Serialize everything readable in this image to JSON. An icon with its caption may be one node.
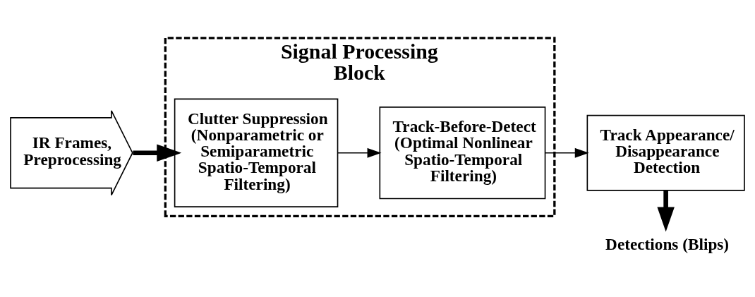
{
  "diagram": {
    "nodes": [
      {
        "text": [
          "Signal Processing Block"
        ]
      },
      {
        "text": [
          "IR Frames, Preprocessing"
        ]
      },
      {
        "text": [
          "Clutter Suppression (Nonparametric or Semiparametric Spatio-Temporal Filtering)"
        ],
        "in": 0
      },
      {
        "text": [
          "Track-Before-Detect (Optimal Nonlinear Spatio-Temporal Filtering)"
        ],
        "in": 0
      },
      {
        "text": [
          "Track Appearance/ Disappearance Detection"
        ]
      },
      {
        "text": [
          "Detections (Blips)"
        ]
      }
    ],
    "edges": [
      {
        "from": 1,
        "to": 2,
        "arrow": "to",
        "style": "thick"
      },
      {
        "from": 2,
        "to": 3,
        "arrow": "to"
      },
      {
        "from": 3,
        "to": 4,
        "arrow": "to"
      },
      {
        "from": 4,
        "to": 5,
        "arrow": "to",
        "style": "thick"
      }
    ]
  }
}
